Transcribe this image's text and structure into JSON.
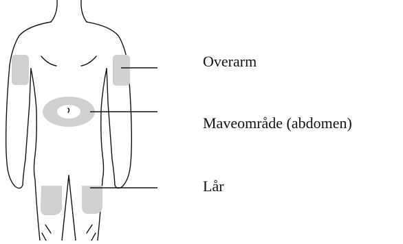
{
  "labels": {
    "upper_arm": "Overarm",
    "abdomen": "Maveområde (abdomen)",
    "thigh": "Lår"
  },
  "colors": {
    "outline": "#111111",
    "injection_area": "#d0d0d0",
    "background": "#ffffff"
  }
}
